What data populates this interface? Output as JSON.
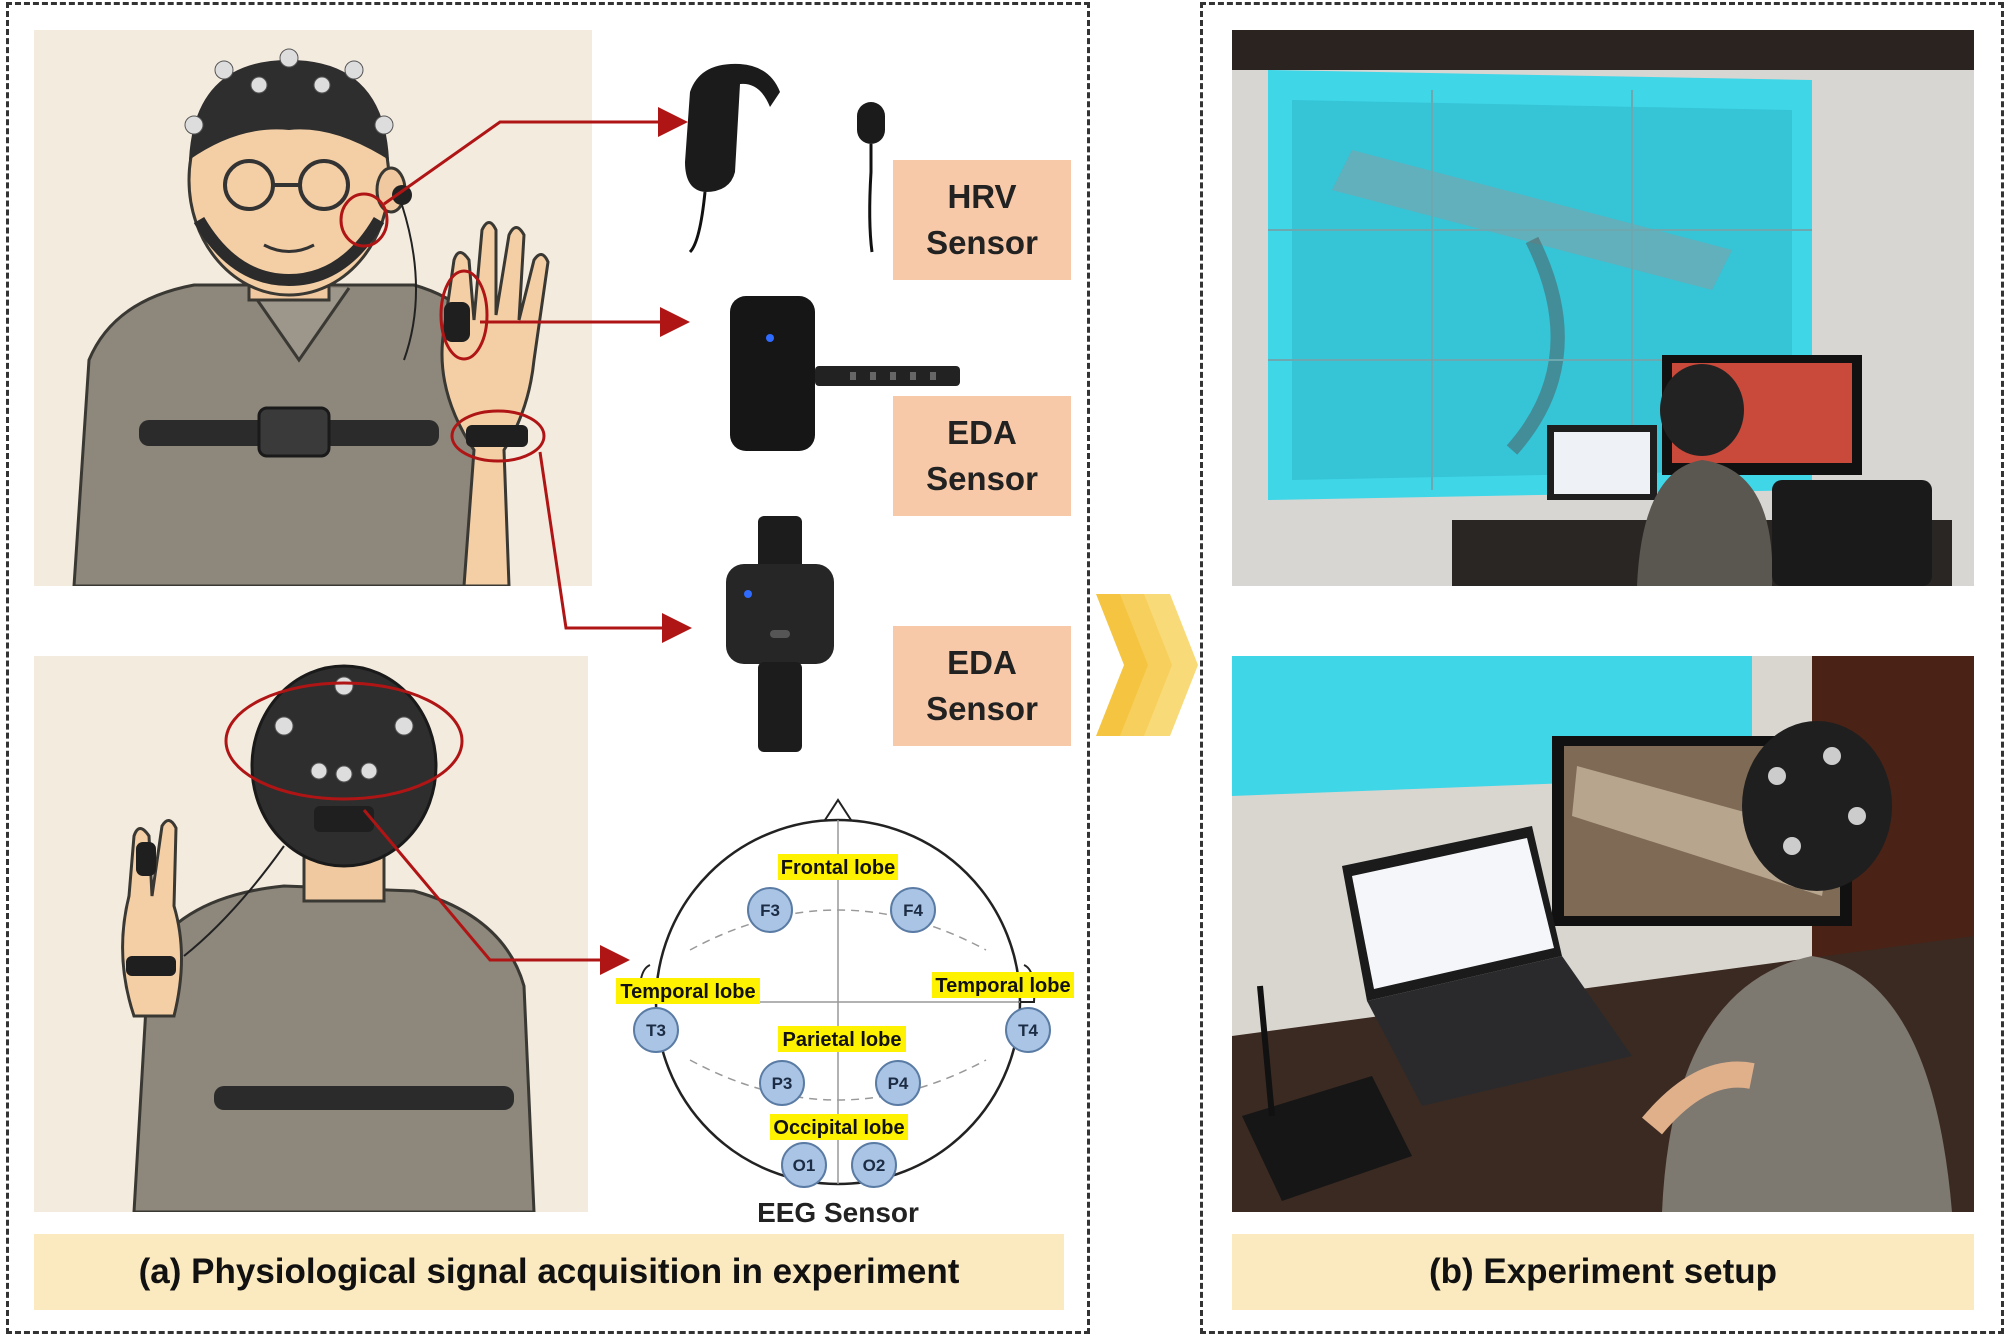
{
  "sensors": {
    "hrv": {
      "line1": "HRV",
      "line2": "Sensor"
    },
    "eda_finger": {
      "line1": "EDA",
      "line2": "Sensor"
    },
    "eda_wrist": {
      "line1": "EDA",
      "line2": "Sensor"
    }
  },
  "eeg": {
    "title": "EEG Sensor",
    "lobes": {
      "frontal": "Frontal lobe",
      "temporal_left": "Temporal lobe",
      "temporal_right": "Temporal lobe",
      "parietal": "Parietal lobe",
      "occipital": "Occipital lobe"
    },
    "electrodes": [
      "F3",
      "F4",
      "T3",
      "T4",
      "P3",
      "P4",
      "O1",
      "O2"
    ]
  },
  "captions": {
    "left": "(a) Physiological signal acquisition in experiment",
    "right": "(b) Experiment setup"
  },
  "colors": {
    "arrow": "#b01515",
    "sensor_box": "#f7c9a8",
    "caption_bg": "#fbe9bf",
    "lobe_highlight": "#fff200",
    "chevron": "#f5c542",
    "projection": "#3fd6e8"
  }
}
